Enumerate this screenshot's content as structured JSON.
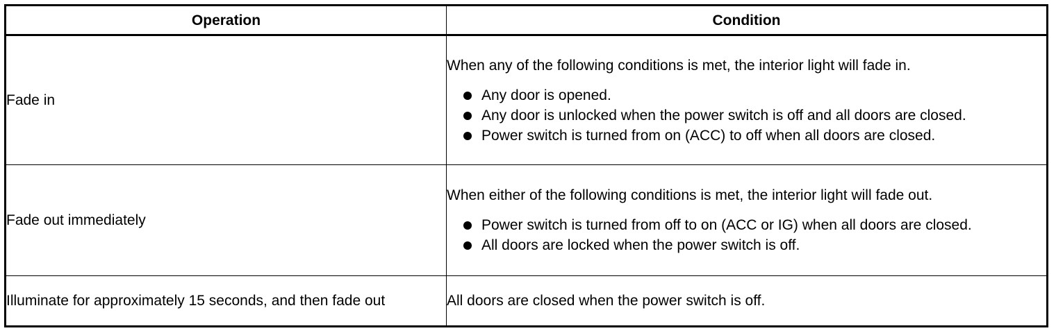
{
  "table": {
    "headers": {
      "operation": "Operation",
      "condition": "Condition"
    },
    "rows": [
      {
        "operation": "Fade in",
        "condition_intro": "When any of the following conditions is met, the interior light will fade in.",
        "bullets": [
          "Any door is opened.",
          "Any door is unlocked when the power switch is off and all doors are closed.",
          "Power switch is turned from on (ACC) to off when all doors are closed."
        ]
      },
      {
        "operation": "Fade out immediately",
        "condition_intro": "When either of the following conditions is met, the interior light will fade out.",
        "bullets": [
          "Power switch is turned from off to on (ACC or IG) when all doors are closed.",
          "All doors are locked when the power switch is off."
        ]
      },
      {
        "operation": "Illuminate for approximately 15 seconds, and then fade out",
        "condition_intro": "All doors are closed when the power switch is off."
      }
    ]
  }
}
